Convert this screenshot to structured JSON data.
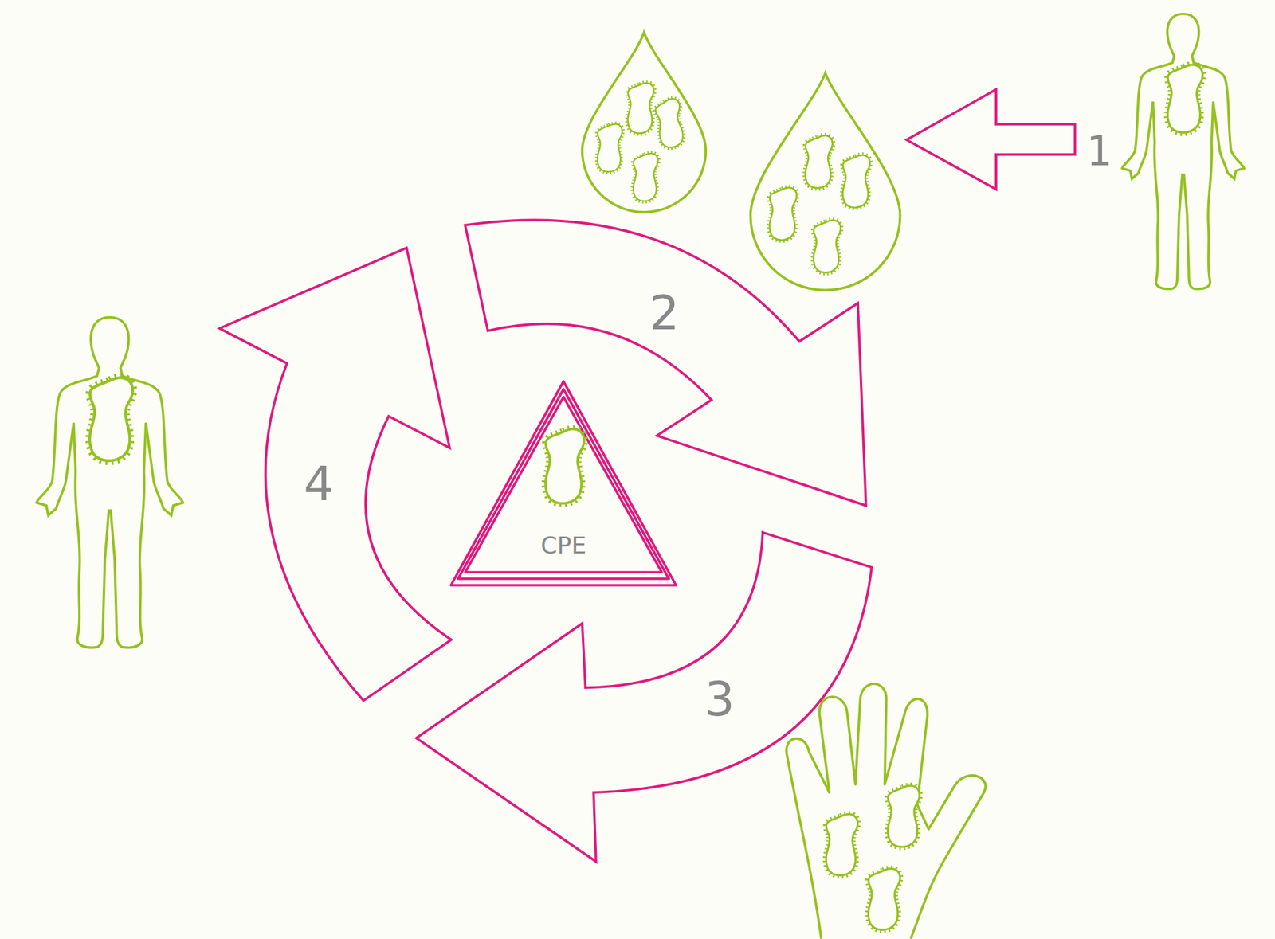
{
  "diagram": {
    "nodes": [
      {
        "text": [
          "CPE"
        ]
      }
    ],
    "labels": [
      "1",
      "2",
      "3",
      "4"
    ]
  }
}
